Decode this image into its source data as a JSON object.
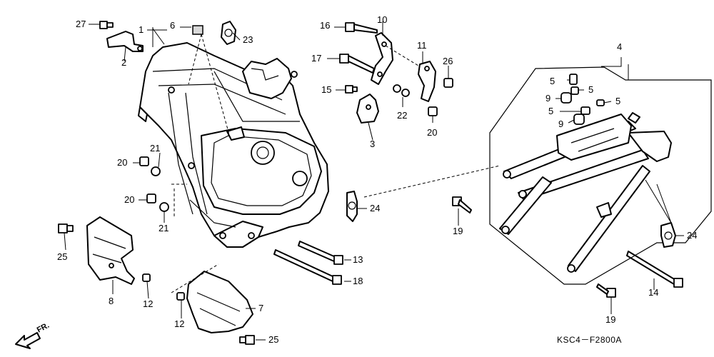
{
  "labels": {
    "c1": "1",
    "c2": "2",
    "c3": "3",
    "c4": "4",
    "c5": "5",
    "c6": "6",
    "c7": "7",
    "c8": "8",
    "c9": "9",
    "c10": "10",
    "c11": "11",
    "c12": "12",
    "c13": "13",
    "c14": "14",
    "c15": "15",
    "c16": "16",
    "c17": "17",
    "c18": "18",
    "c19": "19",
    "c20": "20",
    "c21": "21",
    "c22": "22",
    "c23": "23",
    "c24": "24",
    "c25": "25",
    "c26": "26",
    "c27": "27"
  },
  "diagram_code": "KSC4－F2800A",
  "direction": "FR.",
  "icons": {
    "front_arrow": "front-direction-arrow-icon"
  }
}
